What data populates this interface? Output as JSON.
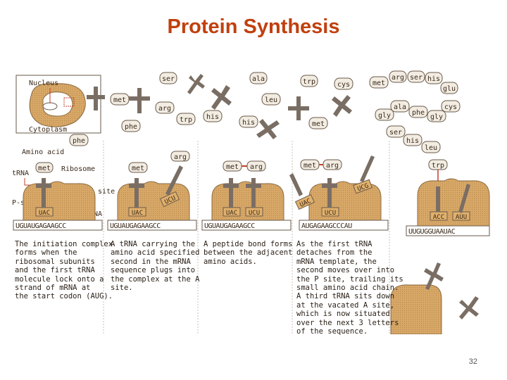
{
  "slide": {
    "title": "Protein Synthesis",
    "page_number": "32"
  },
  "inset": {
    "nucleus_label": "Nucleus",
    "cytoplasm_label": "Cytoplasm"
  },
  "labels": {
    "amino_acid": "Amino acid",
    "trna": "tRNA",
    "ribosome": "Ribosome",
    "a_site": "A site",
    "p_site": "P-site",
    "mrna": "mRNA"
  },
  "floating_amino_acids": [
    "ser",
    "ala",
    "trp",
    "cys",
    "met",
    "arg",
    "ser",
    "his",
    "glu",
    "met",
    "arg",
    "leu",
    "cys",
    "gly",
    "ala",
    "phe",
    "gly",
    "phe",
    "trp",
    "his",
    "his",
    "met",
    "ser",
    "his",
    "leu",
    "phe"
  ],
  "panels": [
    {
      "amino_top": [
        "met"
      ],
      "anticodons": [
        "UAC"
      ],
      "mrna": "UGUAUGAGAAGCC",
      "caption": "The initiation complex\nforms when the\nribosomal subunits\nand the first tRNA\nmolecule lock onto a\nstrand of mRNA at\nthe start codon (AUG)."
    },
    {
      "amino_top": [
        "met",
        "arg"
      ],
      "anticodons": [
        "UAC",
        "UCU"
      ],
      "mrna": "UGUAUGAGAAGCC",
      "caption": "A tRNA carrying the\namino acid specified\nsecond in the mRNA\nsequence plugs into\nthe complex at the A\nsite."
    },
    {
      "amino_top": [
        "met",
        "arg"
      ],
      "anticodons": [
        "UAC",
        "UCU"
      ],
      "mrna": "UGUAUGAGAAGCC",
      "caption": "A peptide bond forms\nbetween the adjacent\namino acids."
    },
    {
      "amino_top": [
        "met",
        "arg"
      ],
      "anticodons": [
        "UAC",
        "UCU",
        "UCG"
      ],
      "mrna": "AUGAGAAGCCCAU",
      "caption": "As the first tRNA\ndetaches from the\nmRNA template, the\nsecond moves over into\nthe P site, trailing its\nsmall amino acid chain.\nA third tRNA sits down\nat the vacated A site,\nwhich is now situated\nover the next 3 letters\nof the sequence."
    },
    {
      "amino_top": [
        "trp"
      ],
      "anticodons": [
        "ACC",
        "AUU"
      ],
      "mrna": "UUGUGGUAAUAC",
      "caption": ""
    }
  ],
  "colors": {
    "title": "#c0400e",
    "ribosome": "#d8a868",
    "trna": "#7a6e64",
    "amino_bubble": "#f2ece2",
    "anticodon_box": "#e0b06c"
  }
}
